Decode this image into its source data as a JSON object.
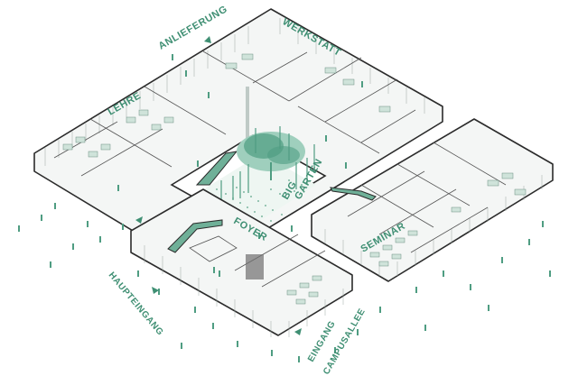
{
  "labels": {
    "anlieferung": "ANLIEFERUNG",
    "werkstatt": "WERKSTATT",
    "lehre": "LEHRE",
    "big": "BIG",
    "garten": "GARTEN",
    "seminar": "SEMINAR",
    "foyer": "FOYER",
    "haupteingang": "HAUPTEINGANG",
    "eingang": "EINGANG",
    "campusallee": "CAMPUSALLEE"
  },
  "colors": {
    "accent": "#3f8f73",
    "walls": "#2b2b2b",
    "garden": "#4f9d82"
  }
}
